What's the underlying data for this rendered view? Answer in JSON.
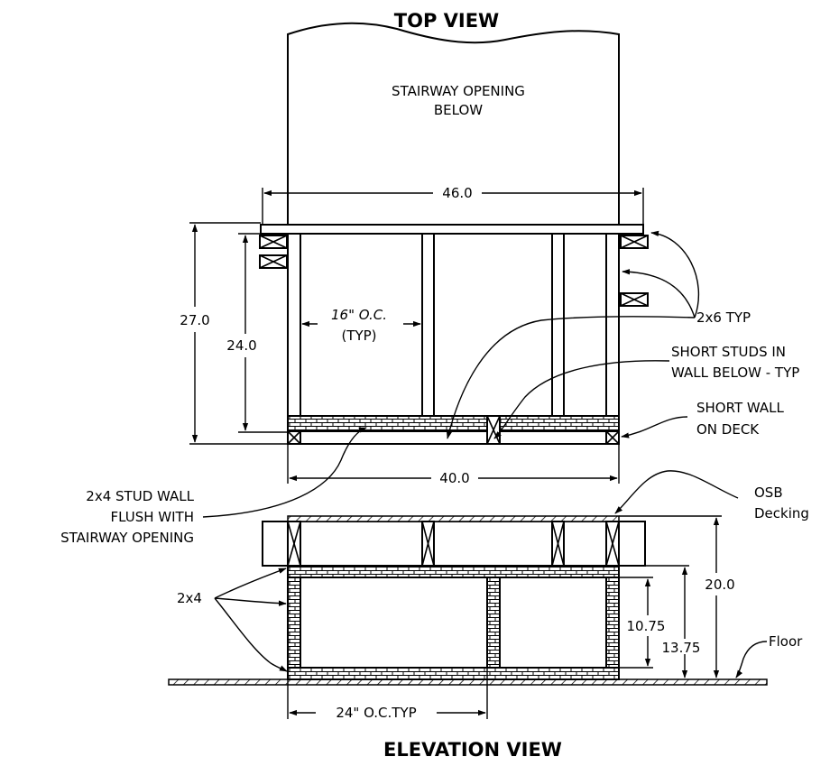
{
  "titles": {
    "top": "TOP VIEW",
    "elevation": "ELEVATION VIEW"
  },
  "labels": {
    "stairway_opening_1": "STAIRWAY OPENING",
    "stairway_opening_2": "BELOW",
    "dim_46": "46.0",
    "dim_27": "27.0",
    "dim_24": "24.0",
    "dim_40": "40.0",
    "oc16_1": "16\" O.C.",
    "oc16_2": "(TYP)",
    "lbl_2x6": "2x6 TYP",
    "short_studs_1": "SHORT STUDS IN",
    "short_studs_2": "WALL BELOW - TYP",
    "short_wall_1": "SHORT WALL",
    "short_wall_2": "ON DECK",
    "stud_wall_1": "2x4 STUD WALL",
    "stud_wall_2": "FLUSH WITH",
    "stud_wall_3": "STAIRWAY OPENING",
    "osb_1": "OSB",
    "osb_2": "Decking",
    "lbl_2x4": "2x4",
    "dim_20": "20.0",
    "dim_13_75": "13.75",
    "dim_10_75": "10.75",
    "floor": "Floor",
    "oc24": "24\" O.C.TYP"
  }
}
